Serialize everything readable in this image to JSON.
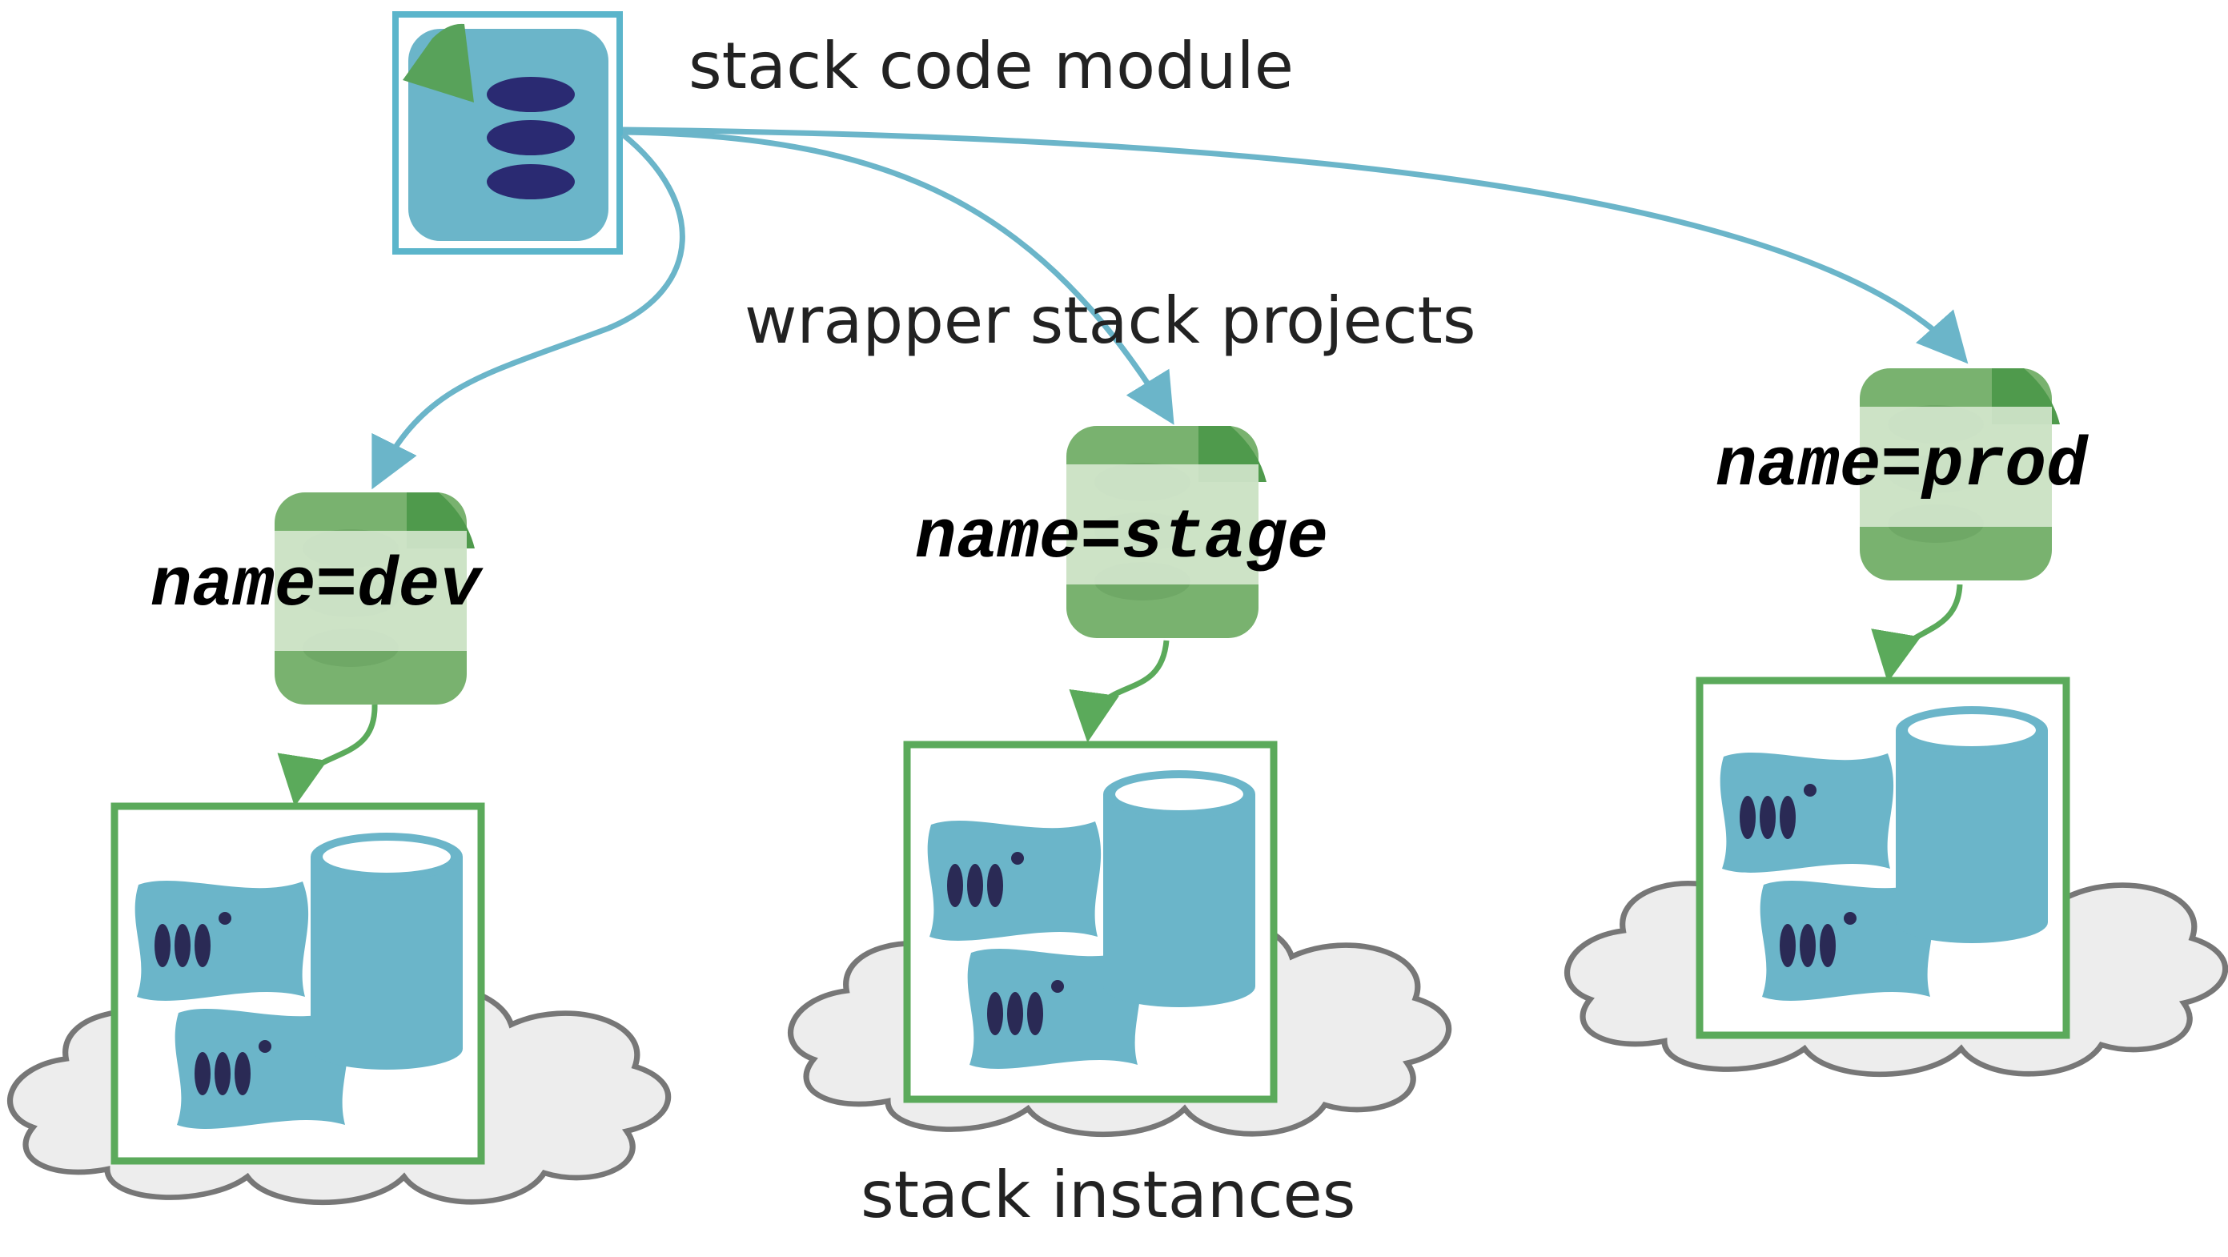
{
  "labels": {
    "module": "stack code module",
    "wrapper": "wrapper stack projects",
    "instances": "stack instances"
  },
  "projects": [
    {
      "id": "dev",
      "label": "name=dev"
    },
    {
      "id": "stage",
      "label": "name=stage"
    },
    {
      "id": "prod",
      "label": "name=prod"
    }
  ],
  "colors": {
    "module_blue": "#6BB5C9",
    "module_border": "#5BB5CB",
    "module_triangle": "#58A25A",
    "module_dots": "#2A2A72",
    "project_green": "#79B26F",
    "project_green_dark": "#4F9A4C",
    "project_band": "#DCEBD6",
    "instance_border": "#5BAA5B",
    "server_blue": "#6BB5C9",
    "cloud_fill": "#EDEDED",
    "cloud_stroke": "#777777",
    "arrow_blue": "#6BB5C9",
    "arrow_green": "#5BAA5B"
  }
}
